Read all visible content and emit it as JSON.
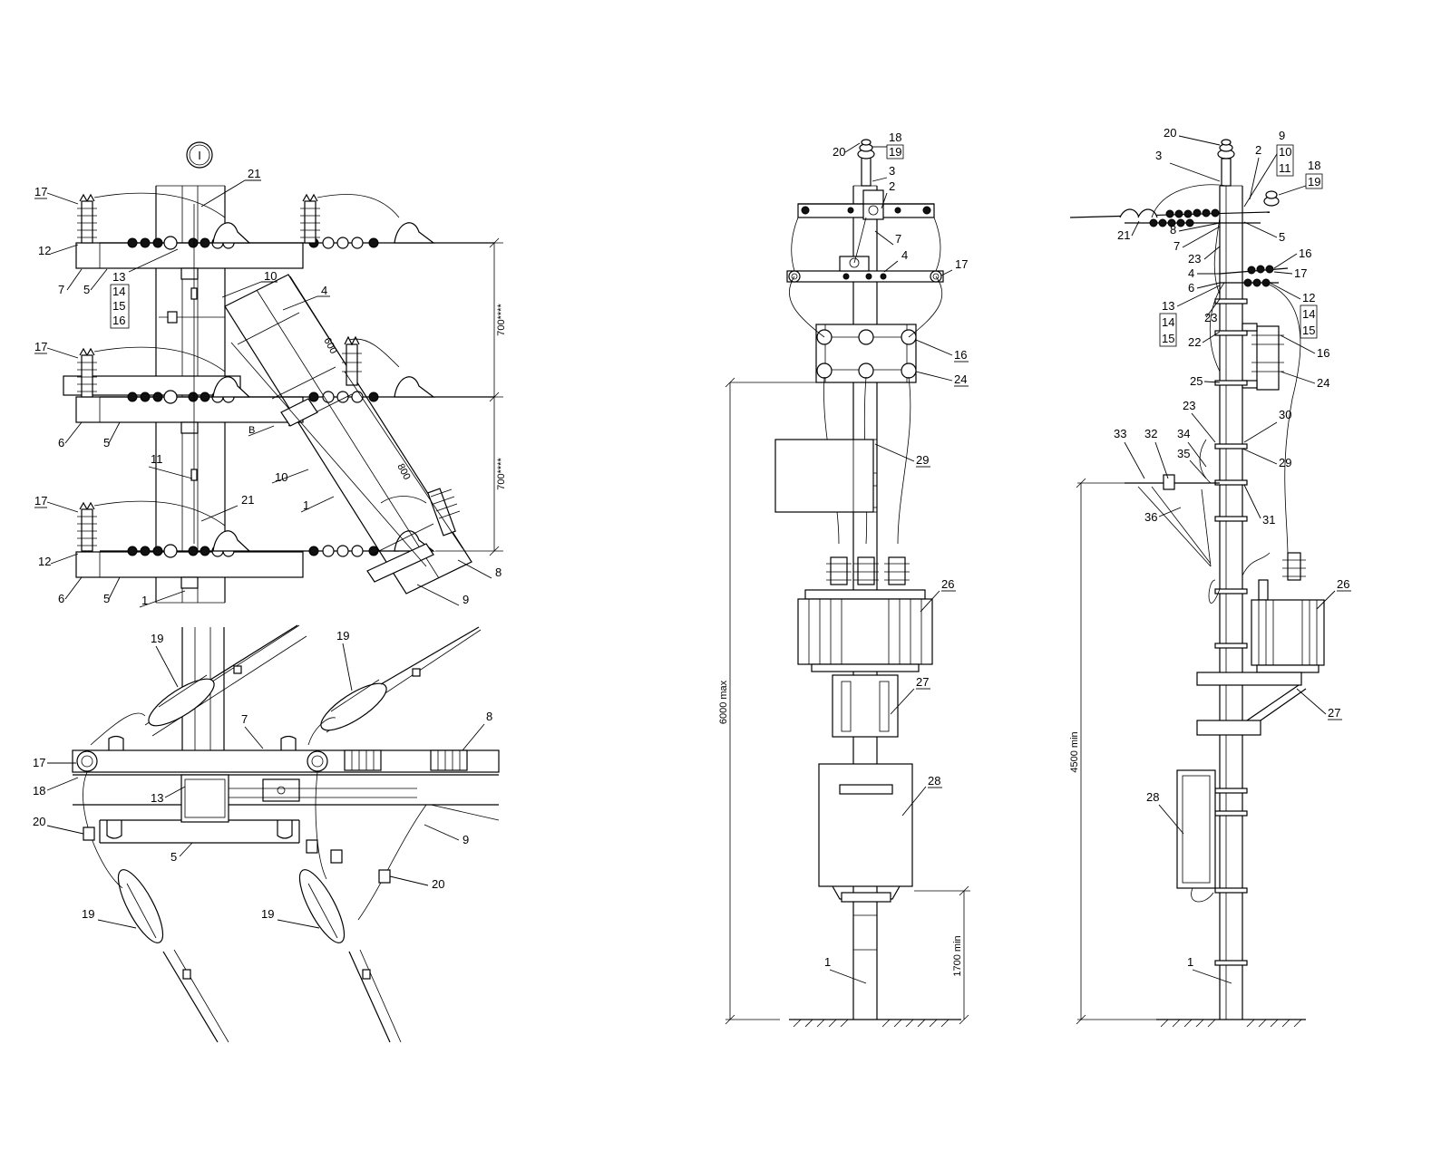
{
  "circle_marker": "I",
  "dimensions": {
    "spacing_upper": "700****",
    "spacing_lower": "700****",
    "len_600": "600",
    "len_800": "800",
    "b_mark": "B",
    "h_6000": "6000 max",
    "h_1700": "1700 min",
    "h_4500": "4500 min"
  },
  "labels_a": {
    "l17a": "17",
    "l12a": "12",
    "l7a": "7",
    "l5a": "5",
    "l13": "13",
    "l14": "14",
    "l15": "15",
    "l16": "16",
    "l21a": "21",
    "l10a": "10",
    "l4": "4",
    "l17b": "17",
    "l6a": "6",
    "l5b": "5",
    "l11": "11",
    "l10b": "10",
    "l1a": "1",
    "l17c": "17",
    "l21b": "21",
    "l12b": "12",
    "l6b": "6",
    "l5c": "5",
    "l1b": "1",
    "l9": "9",
    "l8": "8"
  },
  "labels_b": {
    "l19a": "19",
    "l19b": "19",
    "l7": "7",
    "l8": "8",
    "l17": "17",
    "l18": "18",
    "l13": "13",
    "l20a": "20",
    "l5": "5",
    "l9": "9",
    "l20b": "20",
    "l19c": "19",
    "l19d": "19"
  },
  "labels_c": {
    "l20": "20",
    "l18": "18",
    "l19": "19",
    "l3": "3",
    "l2": "2",
    "l7": "7",
    "l4": "4",
    "l17": "17",
    "l16": "16",
    "l24": "24",
    "l29": "29",
    "l26": "26",
    "l27": "27",
    "l28": "28",
    "l1": "1"
  },
  "labels_d": {
    "l20": "20",
    "l9": "9",
    "l10": "10",
    "l11": "11",
    "l3": "3",
    "l2": "2",
    "l18": "18",
    "l19": "19",
    "l21": "21",
    "l8": "8",
    "l7": "7",
    "l5": "5",
    "l23a": "23",
    "l16a": "16",
    "l4": "4",
    "l17": "17",
    "l6": "6",
    "l13": "13",
    "l12": "12",
    "l14a": "14",
    "l14b": "14",
    "l23b": "23",
    "l15a": "15",
    "l15b": "15",
    "l22": "22",
    "l16b": "16",
    "l24": "24",
    "l25": "25",
    "l23c": "23",
    "l30": "30",
    "l33": "33",
    "l32": "32",
    "l34": "34",
    "l35": "35",
    "l29": "29",
    "l36": "36",
    "l31": "31",
    "l26": "26",
    "l27": "27",
    "l28": "28",
    "l1": "1"
  }
}
